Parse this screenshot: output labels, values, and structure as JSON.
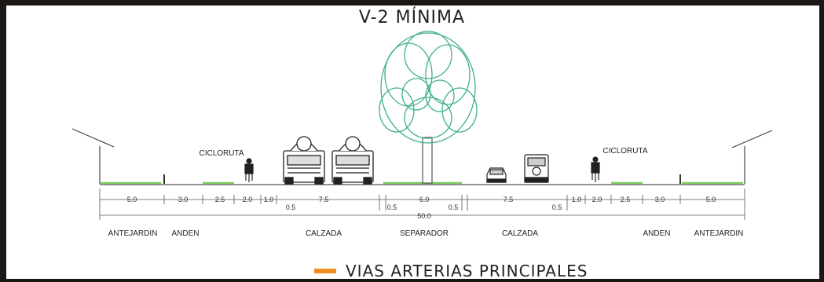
{
  "title": "V-2 MÍNIMA",
  "legend": {
    "label": "VIAS ARTERIAS PRINCIPALES",
    "color": "#f28c1e"
  },
  "labels": {
    "cicloruta_left": "CICLORUTA",
    "cicloruta_right": "CICLORUTA"
  },
  "dimensions": {
    "left_antejardin": "5.0",
    "left_anden": "3.0",
    "left_buffer": "2.5",
    "left_cycle": "2.0",
    "left_curb": "1.0",
    "left_calzada": "7.5",
    "left_offset": "0.5",
    "sep_left": "0.5",
    "separador": "6.0",
    "sep_right": "0.5",
    "right_calzada": "7.5",
    "right_offset": "0.5",
    "right_curb": "1.0",
    "right_cycle": "2.0",
    "right_buffer": "2.5",
    "right_anden": "3.0",
    "right_antejardin": "5.0",
    "total": "50.0"
  },
  "zones": {
    "antejardin_left": "ANTEJARDIN",
    "anden_left": "ANDEN",
    "calzada_left": "CALZADA",
    "separador": "SEPARADOR",
    "calzada_right": "CALZADA",
    "anden_right": "ANDEN",
    "antejardin_right": "ANTEJARDIN"
  },
  "colors": {
    "grass": "#7ccd5e",
    "tree": "#3fb08a",
    "line": "#444444"
  }
}
